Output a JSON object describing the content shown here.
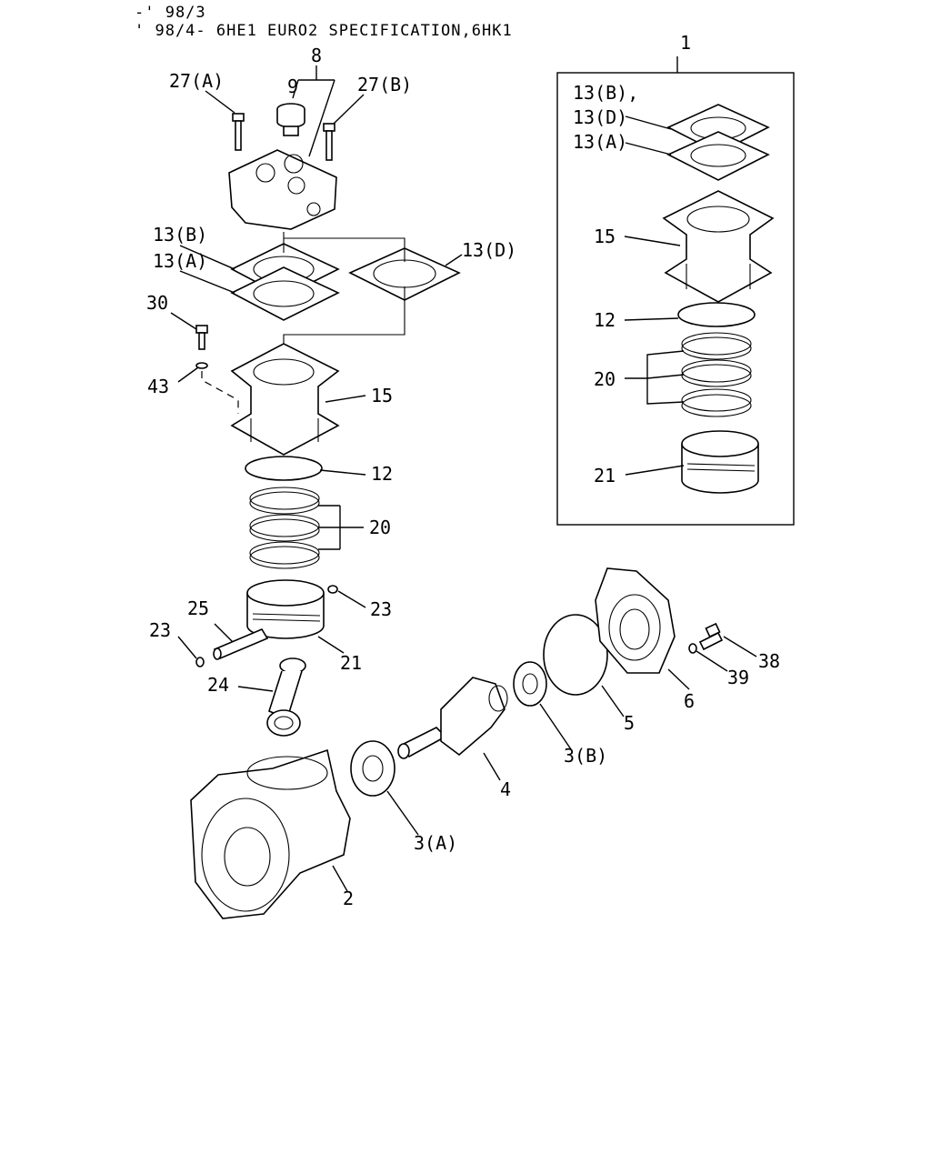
{
  "header": {
    "line1": "-' 98/3",
    "line2": "' 98/4- 6HE1 EURO2 SPECIFICATION,6HK1"
  },
  "labels": {
    "l1": "1",
    "l8": "8",
    "l9": "9",
    "l27a": "27(A)",
    "l27b": "27(B)",
    "l13b": "13(B)",
    "l13a": "13(A)",
    "l13d": "13(D)",
    "l30": "30",
    "l43": "43",
    "l15": "15",
    "l12": "12",
    "l20": "20",
    "l23r": "23",
    "l25": "25",
    "l23l": "23",
    "l21": "21",
    "l24": "24",
    "l38": "38",
    "l39": "39",
    "l6": "6",
    "l5": "5",
    "l3b": "3(B)",
    "l4": "4",
    "l3a": "3(A)",
    "l2": "2",
    "i13b": "13(B),",
    "i13d": "13(D)",
    "i13a": "13(A)",
    "i15": "15",
    "i12": "12",
    "i20": "20",
    "i21": "21"
  }
}
